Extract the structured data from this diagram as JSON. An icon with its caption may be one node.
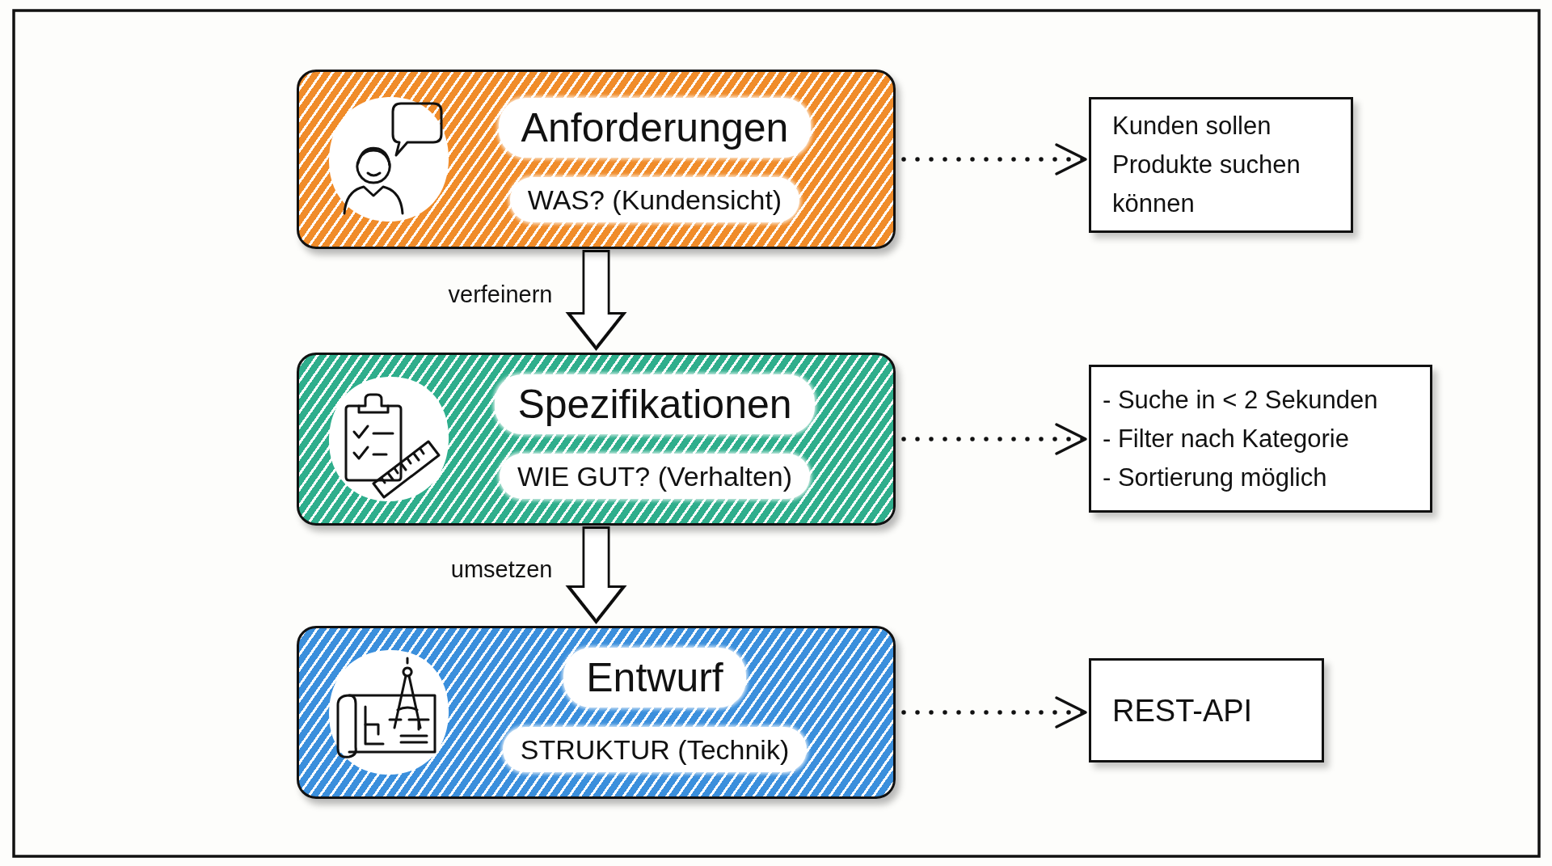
{
  "diagram": {
    "nodes": [
      {
        "text": [
          "Anforderungen",
          "WAS? (Kundensicht)"
        ]
      },
      {
        "text": [
          "Kunden sollen Produkte suchen können"
        ]
      },
      {
        "text": [
          "Spezifikationen",
          "WIE GUT? (Verhalten)"
        ]
      },
      {
        "text": [
          "- Suche in < 2 Sekunden",
          "- Filter nach Kategorie",
          "- Sortierung möglich"
        ]
      },
      {
        "text": [
          "Entwurf",
          "STRUKTUR (Technik)"
        ]
      },
      {
        "text": [
          "REST-API"
        ]
      }
    ],
    "edges": [
      {
        "from": 0,
        "to": 2,
        "arrow": "to",
        "label": "verfeinern",
        "style": "thick"
      },
      {
        "from": 2,
        "to": 4,
        "arrow": "to",
        "label": "umsetzen",
        "style": "thick"
      },
      {
        "from": 0,
        "to": 1,
        "arrow": "to",
        "style": "dashed"
      },
      {
        "from": 2,
        "to": 3,
        "arrow": "to",
        "style": "dashed"
      },
      {
        "from": 4,
        "to": 5,
        "arrow": "to",
        "style": "dashed"
      }
    ]
  }
}
